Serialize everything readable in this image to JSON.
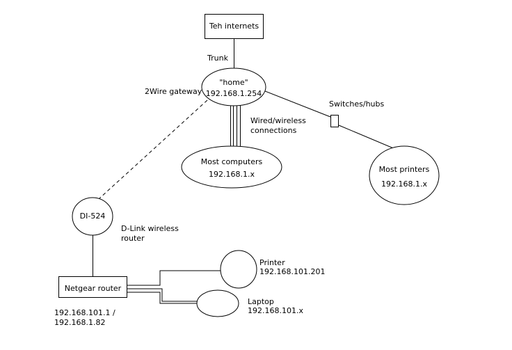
{
  "nodes": {
    "internet": {
      "label": "Teh internets"
    },
    "home": {
      "name": "\"home\"",
      "ip": "192.168.1.254"
    },
    "computers": {
      "name": "Most computers",
      "ip": "192.168.1.x"
    },
    "printers": {
      "name": "Most printers",
      "ip": "192.168.1.x"
    },
    "di524": {
      "label": "DI-524"
    },
    "netgear": {
      "label": "Netgear router"
    },
    "printer": {
      "name": "Printer",
      "ip": "192.168.101.201"
    },
    "laptop": {
      "name": "Laptop",
      "ip": "192.168.101.x"
    }
  },
  "labels": {
    "trunk": "Trunk",
    "gateway": "2Wire gateway",
    "wired_line1": "Wired/wireless",
    "wired_line2": "connections",
    "switches": "Switches/hubs",
    "dlink_line1": "D-Link wireless",
    "dlink_line2": "router",
    "netgear_ip_line1": "192.168.101.1 /",
    "netgear_ip_line2": "192.168.1.82"
  },
  "colors": {
    "stroke": "#000000",
    "background": "#ffffff"
  }
}
